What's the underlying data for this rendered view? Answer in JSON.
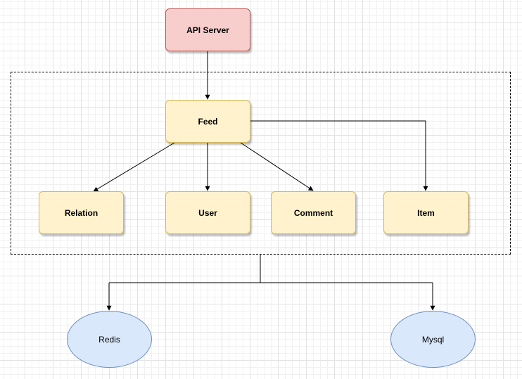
{
  "diagram": {
    "nodes": {
      "api_server": {
        "label": "API Server"
      },
      "feed": {
        "label": "Feed"
      },
      "relation": {
        "label": "Relation"
      },
      "user": {
        "label": "User"
      },
      "comment": {
        "label": "Comment"
      },
      "item": {
        "label": "Item"
      },
      "redis": {
        "label": "Redis"
      },
      "mysql": {
        "label": "Mysql"
      }
    },
    "edges": [
      {
        "from": "api_server",
        "to": "feed"
      },
      {
        "from": "feed",
        "to": "relation"
      },
      {
        "from": "feed",
        "to": "user"
      },
      {
        "from": "feed",
        "to": "comment"
      },
      {
        "from": "feed",
        "to": "item"
      },
      {
        "from": "service_group",
        "to": "redis"
      },
      {
        "from": "service_group",
        "to": "mysql"
      }
    ],
    "colors": {
      "api_server_fill": "#f8cecc",
      "api_server_stroke": "#b85450",
      "service_fill": "#fff2cc",
      "service_stroke": "#d6b656",
      "store_fill": "#dae8fc",
      "store_stroke": "#6c8ebf",
      "edge": "#000000"
    }
  }
}
